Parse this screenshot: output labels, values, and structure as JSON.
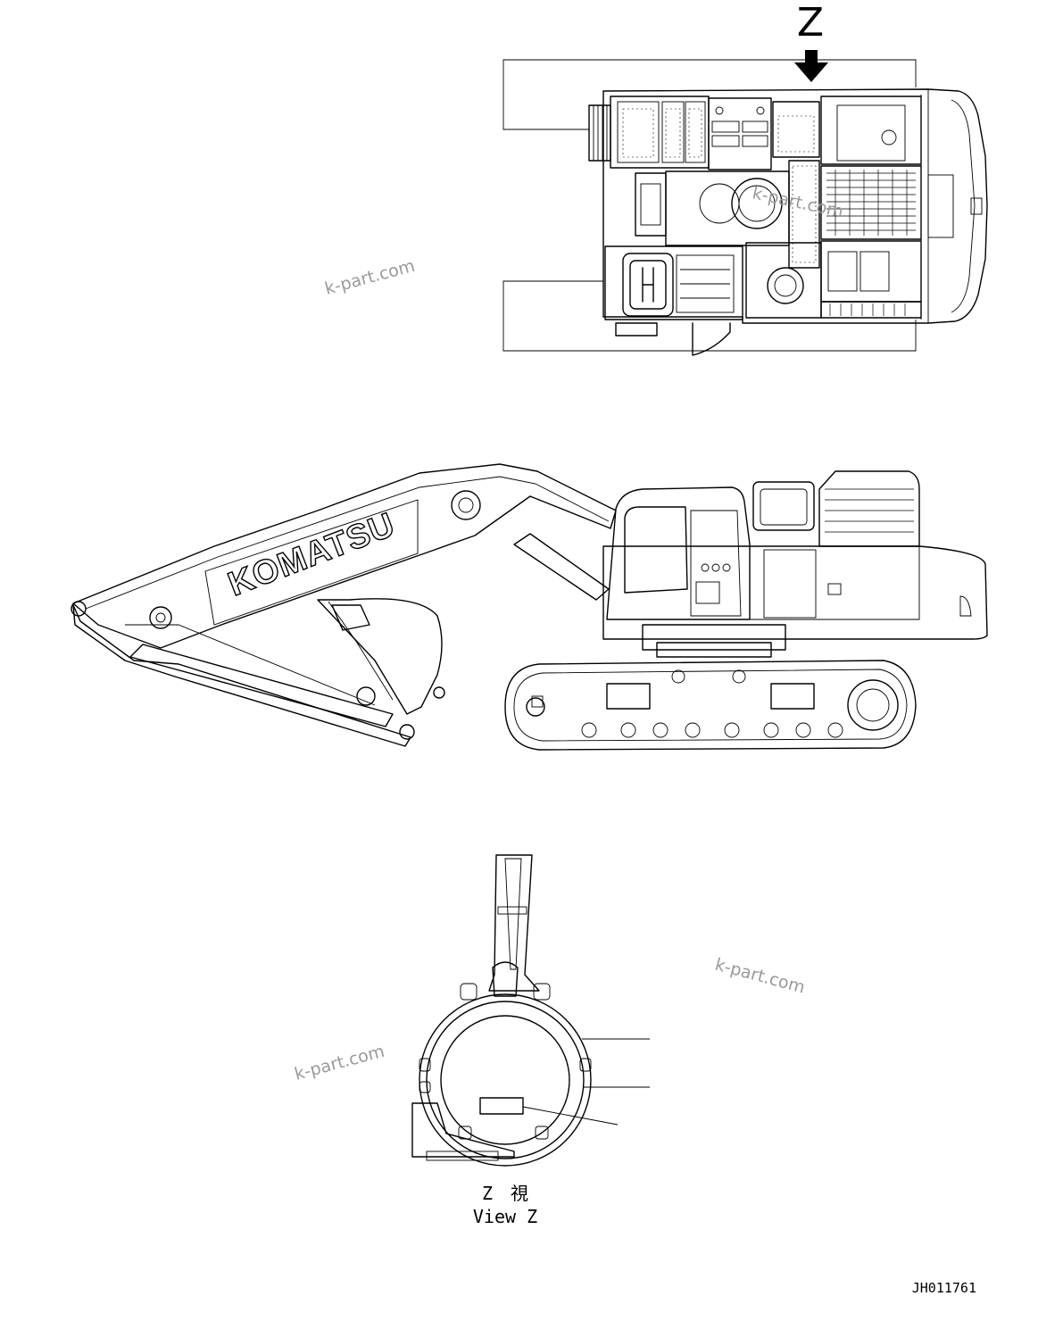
{
  "view_marker_label": "Z",
  "view_caption_jp": "Z　視",
  "view_caption_en": "View Z",
  "drawing_number": "JH011761",
  "machine_brand": "KOMATSU",
  "watermarks": [
    "k-part.com",
    "k-part.com",
    "k-part.com",
    "k-part.com"
  ],
  "icons": [
    "arrow-down-icon"
  ]
}
